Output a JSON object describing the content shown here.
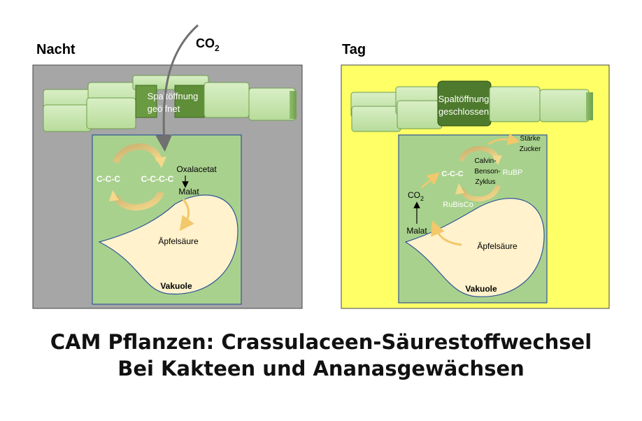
{
  "night": {
    "heading": "Nacht",
    "co2_main": "CO",
    "co2_sub": "2",
    "stoma_line1": "Spaltöffnung",
    "stoma_line2": "geöffnet",
    "c3": "C-C-C",
    "c4": "C-C-C-C",
    "oxalacetat": "Oxalacetat",
    "malat": "Malat",
    "apfelsaure": "Äpfelsäure",
    "vakuole": "Vakuole",
    "colors": {
      "background": "#a6a6a6",
      "cell": "#a9d18e",
      "vacuole": "#fff2cc"
    }
  },
  "day": {
    "heading": "Tag",
    "stoma_line1": "Spaltöffnung",
    "stoma_line2": "geschlossen",
    "starke": "Stärke",
    "zucker": "Zucker",
    "calvin1": "Calvin-",
    "calvin2": "Benson-",
    "calvin3": "Zyklus",
    "rubp": "RuBP",
    "c3": "C-C-C",
    "rubisco": "RuBisCo",
    "co2_main": "CO",
    "co2_sub": "2",
    "malat": "Malat",
    "apfelsaure": "Äpfelsäure",
    "vakuole": "Vakuole",
    "colors": {
      "background": "#ffff66",
      "cell": "#a9d18e",
      "vacuole": "#fff2cc"
    }
  },
  "title_line1": "CAM Pflanzen:  Crassulaceen-Säurestoffwechsel",
  "title_line2": "Bei Kakteen und Ananasgewächsen"
}
